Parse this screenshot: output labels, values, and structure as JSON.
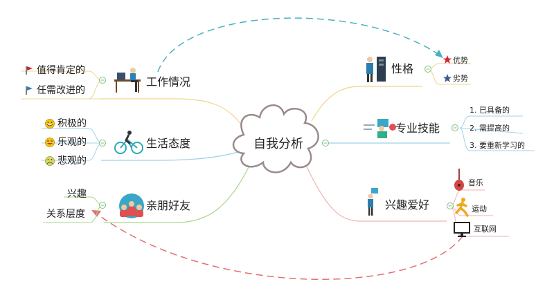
{
  "central": "自我分析",
  "left": {
    "work": {
      "title": "工作情况",
      "items": [
        "值得肯定的",
        "任需改进的"
      ]
    },
    "life": {
      "title": "生活态度",
      "items": [
        "积极的",
        "乐观的",
        "悲观的"
      ]
    },
    "friends": {
      "title": "亲朋好友",
      "items": [
        "兴趣",
        "关系层度"
      ]
    }
  },
  "right": {
    "personality": {
      "title": "性格",
      "items": [
        "优势",
        "劣势"
      ]
    },
    "skills": {
      "title": "专业技能",
      "items": [
        "1. 已具备的",
        "2. 需提高的",
        "3. 要重新学习的"
      ]
    },
    "hobbies": {
      "title": "兴趣爱好",
      "items": [
        "音乐",
        "运动",
        "互联网"
      ]
    }
  },
  "colors": {
    "work_branch": "#f2d48a",
    "life_branch": "#9fd1ea",
    "friends_branch": "#a8d68a",
    "personality_branch": "#f2d48a",
    "skills_branch": "#9fd1ea",
    "hobbies_branch": "#f0b2b2",
    "teal_dashed": "#4ab0c0",
    "red_dashed": "#e07070",
    "collapse": "#7cbf7c"
  }
}
